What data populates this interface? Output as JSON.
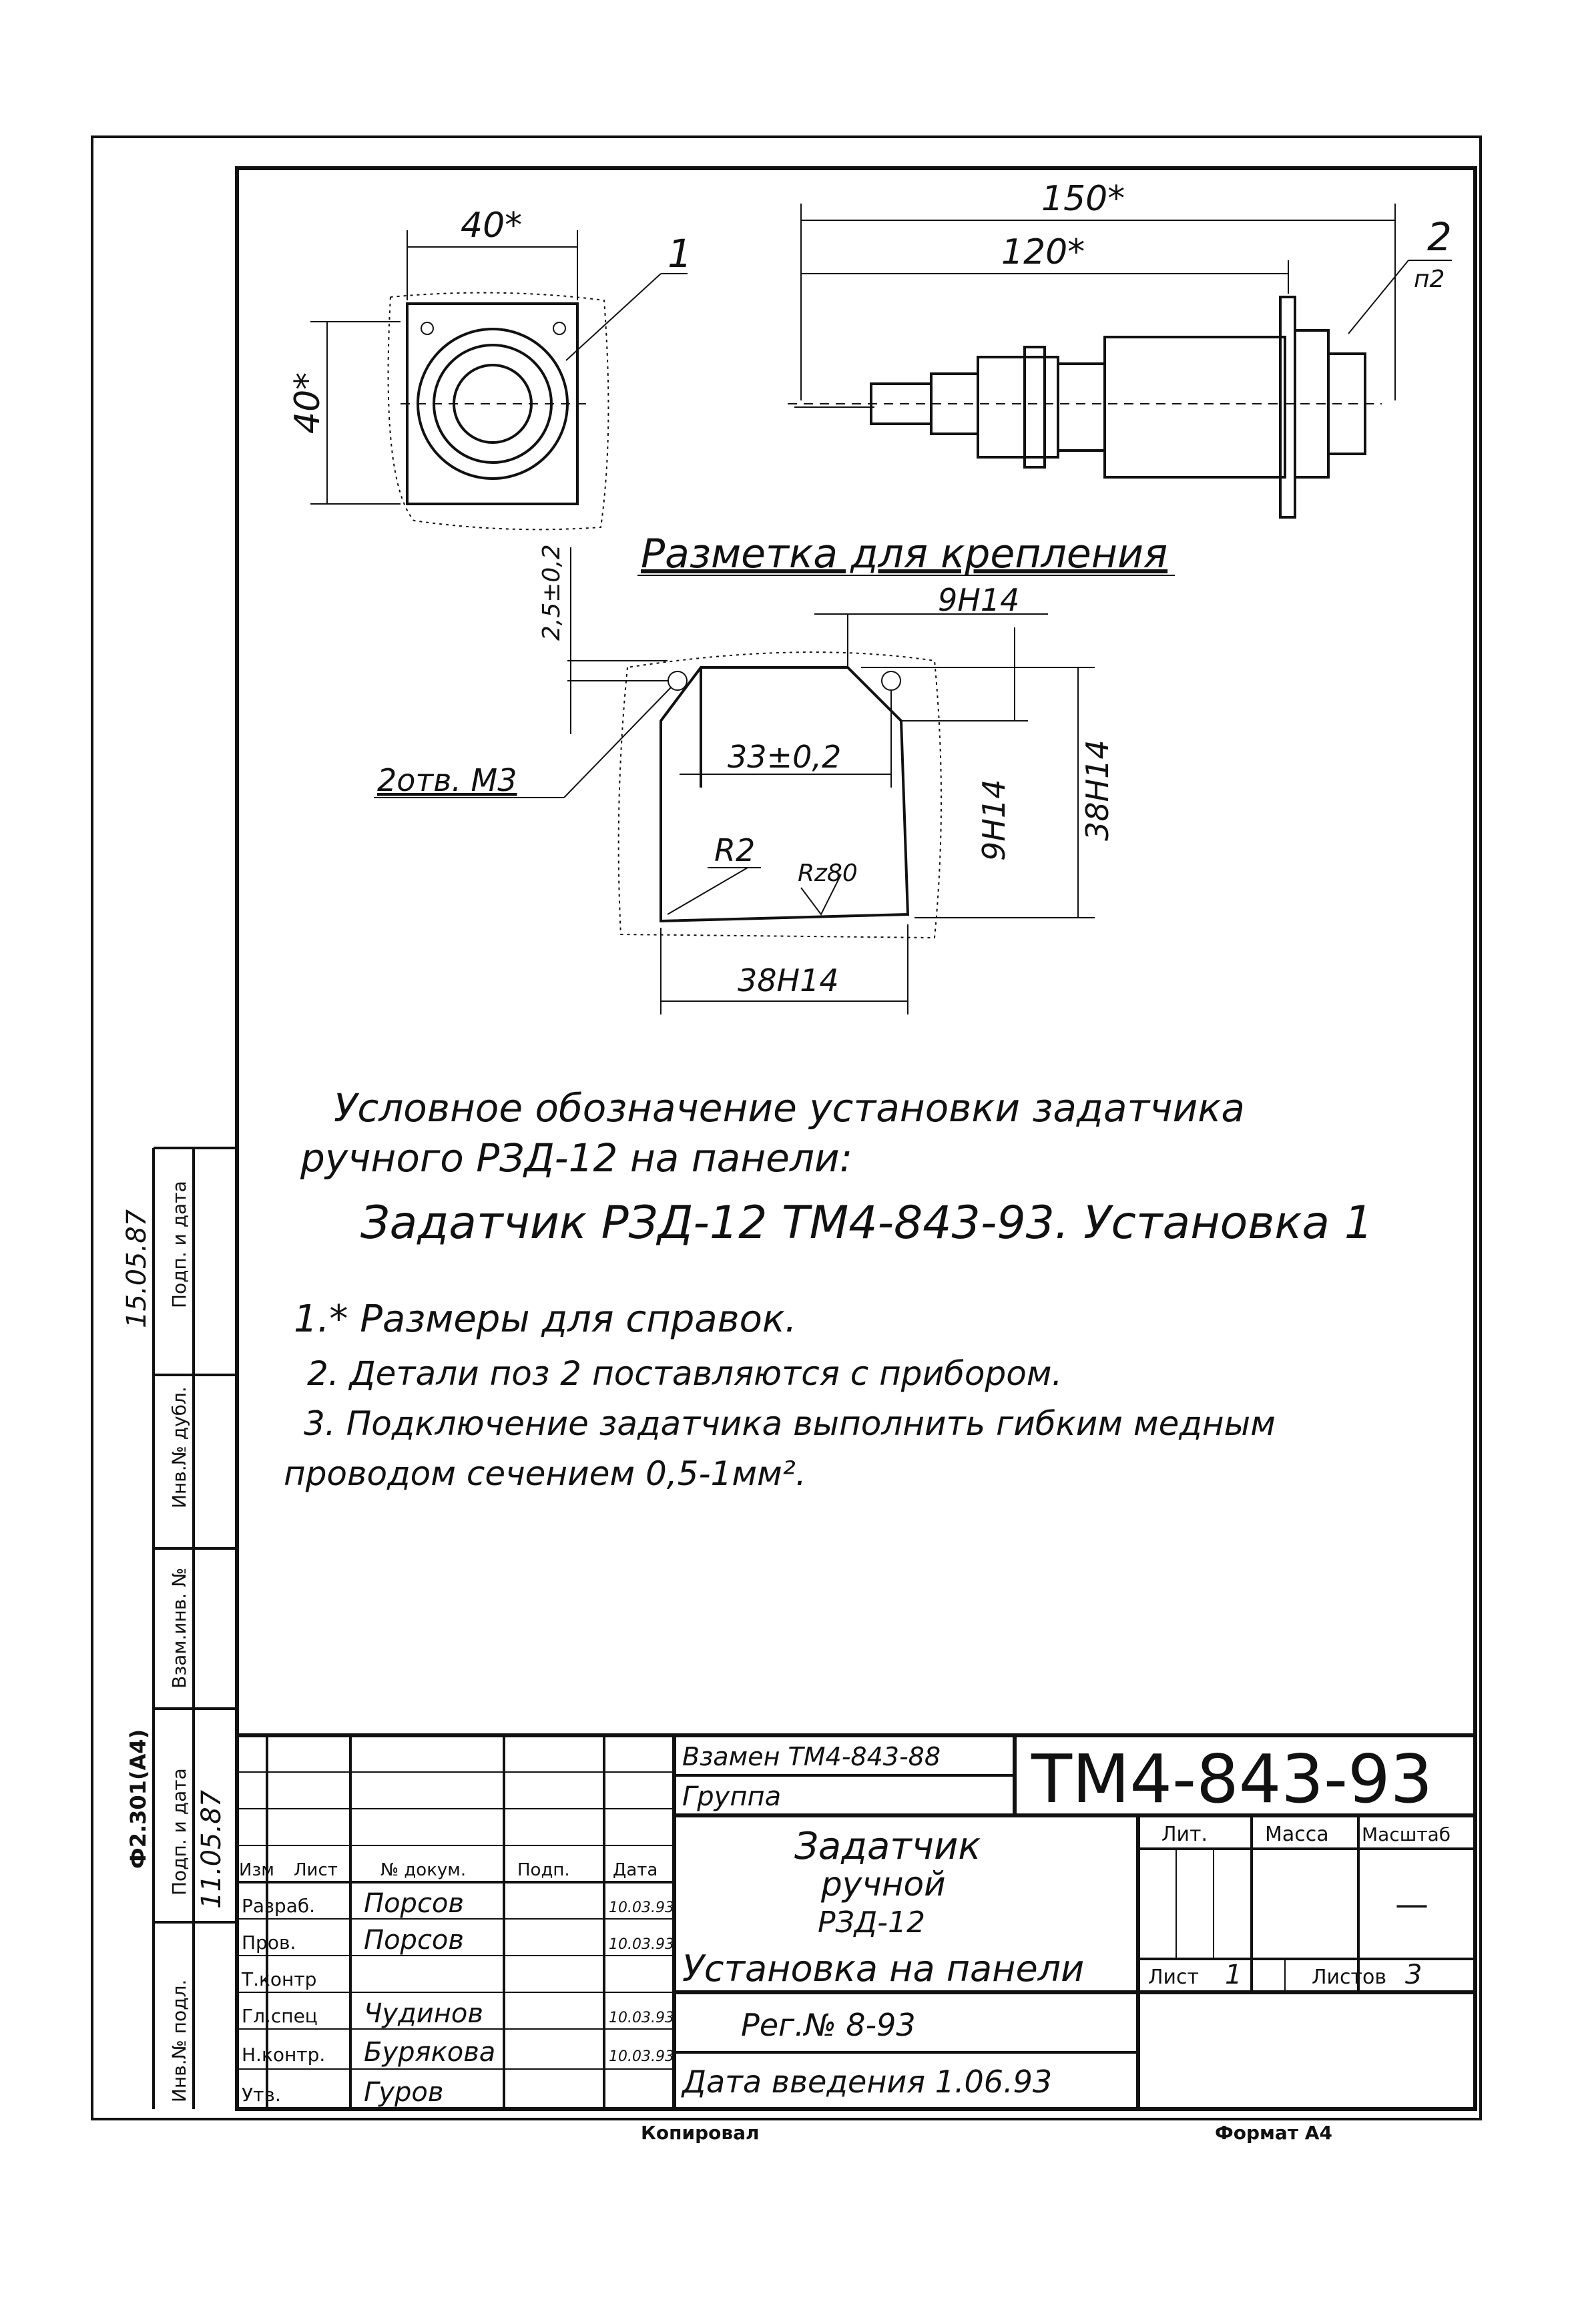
{
  "drawing": {
    "top_view": {
      "width_dim": "40*",
      "height_dim": "40*",
      "callout": "1"
    },
    "side_view": {
      "overall_dim": "150*",
      "body_dim": "120*",
      "callout": "2",
      "callout_sub": "п2"
    },
    "marking": {
      "title": "Разметка для крепления",
      "dim_slot": "9H14",
      "dim_offset": "2,5±0,2",
      "dim_holes": "33±0,2",
      "dim_slot_v": "9H14",
      "dim_height": "38H14",
      "dim_width": "38H14",
      "holes_note": "2отв. М3",
      "radius": "R2",
      "roughness": "Rz80"
    }
  },
  "designation": {
    "intro_line1": "Условное обозначение установки задатчика",
    "intro_line2": "ручного РЗД-12 на панели:",
    "value": "Задатчик РЗД-12 ТМ4-843-93. Установка 1"
  },
  "notes": {
    "n1": "1.* Размеры для справок.",
    "n2": "2. Детали поз 2 поставляются с прибором.",
    "n3a": "3. Подключение задатчика выполнить гибким медным",
    "n3b": "проводом сечением 0,5-1мм²."
  },
  "side_column": {
    "form_code": "Ф2.301(А4)",
    "podp_top": "Подп. и дата",
    "inv_dubl": "Инв.№ дубл.",
    "vzam": "Взам.инв. №",
    "podp_bottom": "Подп. и дата",
    "inv_podl": "Инв.№ подл.",
    "sign_date_top": "15.05.87",
    "sign_date_bottom": "11.05.87"
  },
  "title_block": {
    "replaces": "Взамен ТМ4-843-88",
    "group": "Группа",
    "doc_number": "ТМ4-843-93",
    "name_line1": "Задатчик",
    "name_line2": "ручной",
    "name_line3": "РЗД-12",
    "name_line4": "Установка на панели",
    "reg": "Рег.№ 8-93",
    "date_intro": "Дата введения 1.06.93",
    "lit": "Лит.",
    "mass": "Масса",
    "scale": "Масштаб",
    "scale_value": "—",
    "sheet_label": "Лист",
    "sheet_value": "1",
    "sheets_label": "Листов",
    "sheets_value": "3",
    "hdr_izm": "Изм",
    "hdr_list": "Лист",
    "hdr_doc": "№ докум.",
    "hdr_sign": "Подп.",
    "hdr_date": "Дата",
    "roles": [
      {
        "role": "Разраб.",
        "name": "Порсов",
        "date": "10.03.93"
      },
      {
        "role": "Пров.",
        "name": "Порсов",
        "date": "10.03.93"
      },
      {
        "role": "Т.контр",
        "name": "",
        "date": ""
      },
      {
        "role": "Гл.спец",
        "name": "Чудинов",
        "date": "10.03.93"
      },
      {
        "role": "Н.контр.",
        "name": "Бурякова",
        "date": "10.03.93"
      },
      {
        "role": "Утв.",
        "name": "Гуров",
        "date": ""
      }
    ]
  },
  "footer": {
    "copied": "Копировал",
    "format": "Формат А4"
  }
}
